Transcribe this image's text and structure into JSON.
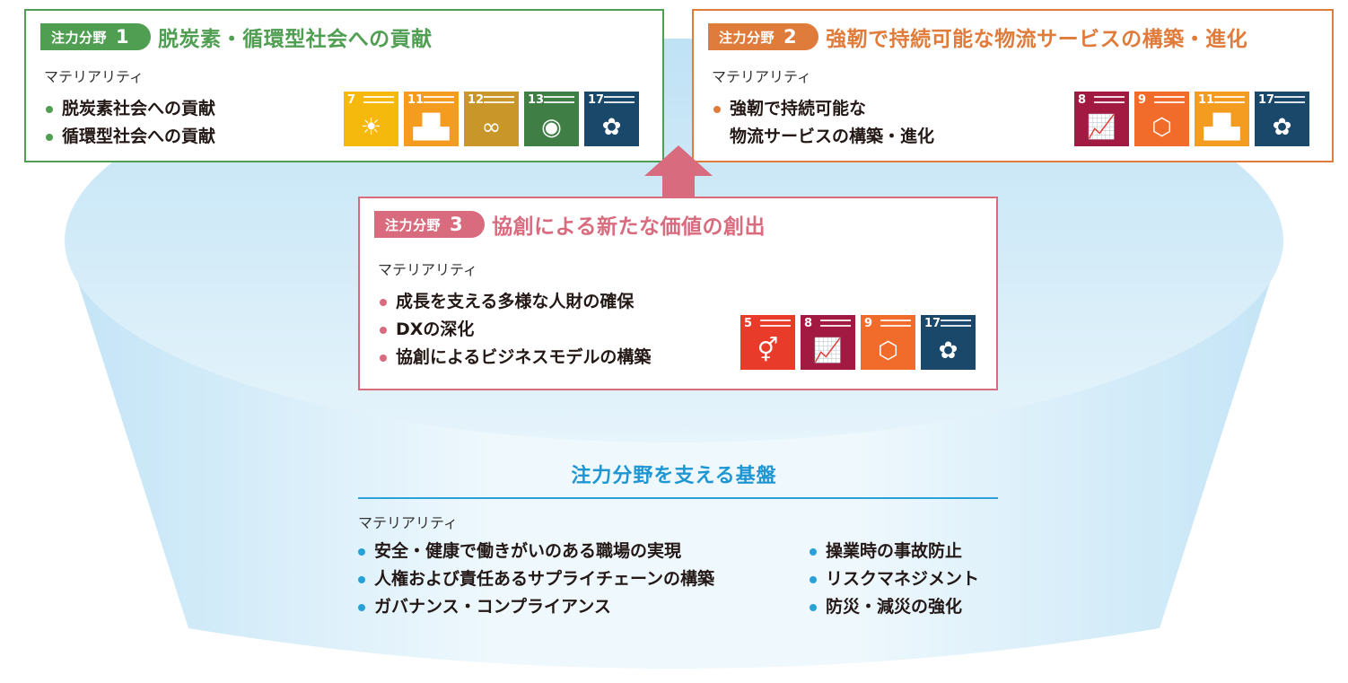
{
  "focus_areas": [
    {
      "tag": "注力分野",
      "number": "1",
      "title": "脱炭素・循環型社会への貢献",
      "materiality_label": "マテリアリティ",
      "items": [
        "脱炭素社会への貢献",
        "循環型社会への貢献"
      ],
      "sdgs": [
        {
          "num": "7",
          "icon": "sun-icon",
          "color": "#f5b90e"
        },
        {
          "num": "11",
          "icon": "city-icon",
          "color": "#f49c1f"
        },
        {
          "num": "12",
          "icon": "infinity-icon",
          "color": "#c9962a"
        },
        {
          "num": "13",
          "icon": "eye-icon",
          "color": "#3f7e44"
        },
        {
          "num": "17",
          "icon": "flower-icon",
          "color": "#19486a"
        }
      ]
    },
    {
      "tag": "注力分野",
      "number": "2",
      "title": "強靭で持続可能な物流サービスの構築・進化",
      "materiality_label": "マテリアリティ",
      "items": [
        "強靭で持続可能な",
        "物流サービスの構築・進化"
      ],
      "sdgs": [
        {
          "num": "8",
          "icon": "growth-chart-icon",
          "color": "#a21942"
        },
        {
          "num": "9",
          "icon": "cubes-icon",
          "color": "#f16b2b"
        },
        {
          "num": "11",
          "icon": "city-icon",
          "color": "#f49c1f"
        },
        {
          "num": "17",
          "icon": "flower-icon",
          "color": "#19486a"
        }
      ]
    },
    {
      "tag": "注力分野",
      "number": "3",
      "title": "協創による新たな価値の創出",
      "materiality_label": "マテリアリティ",
      "items": [
        "成長を支える多様な人財の確保",
        "DXの深化",
        "協創によるビジネスモデルの構築"
      ],
      "sdgs": [
        {
          "num": "5",
          "icon": "gender-icon",
          "color": "#e83b2a"
        },
        {
          "num": "8",
          "icon": "growth-chart-icon",
          "color": "#a21942"
        },
        {
          "num": "9",
          "icon": "cubes-icon",
          "color": "#f16b2b"
        },
        {
          "num": "17",
          "icon": "flower-icon",
          "color": "#19486a"
        }
      ]
    }
  ],
  "base": {
    "title": "注力分野を支える基盤",
    "materiality_label": "マテリアリティ",
    "items_left": [
      "安全・健康で働きがいのある職場の実現",
      "人権および責任あるサプライチェーンの構築",
      "ガバナンス・コンプライアンス"
    ],
    "items_right": [
      "操業時の事故防止",
      "リスクマネジメント",
      "防災・減災の強化"
    ]
  },
  "colors": {
    "area1": "#4f9e52",
    "area2": "#e07c3b",
    "area3": "#d96b7f",
    "base": "#1e96d2",
    "bowl": "#bfe3f6"
  }
}
